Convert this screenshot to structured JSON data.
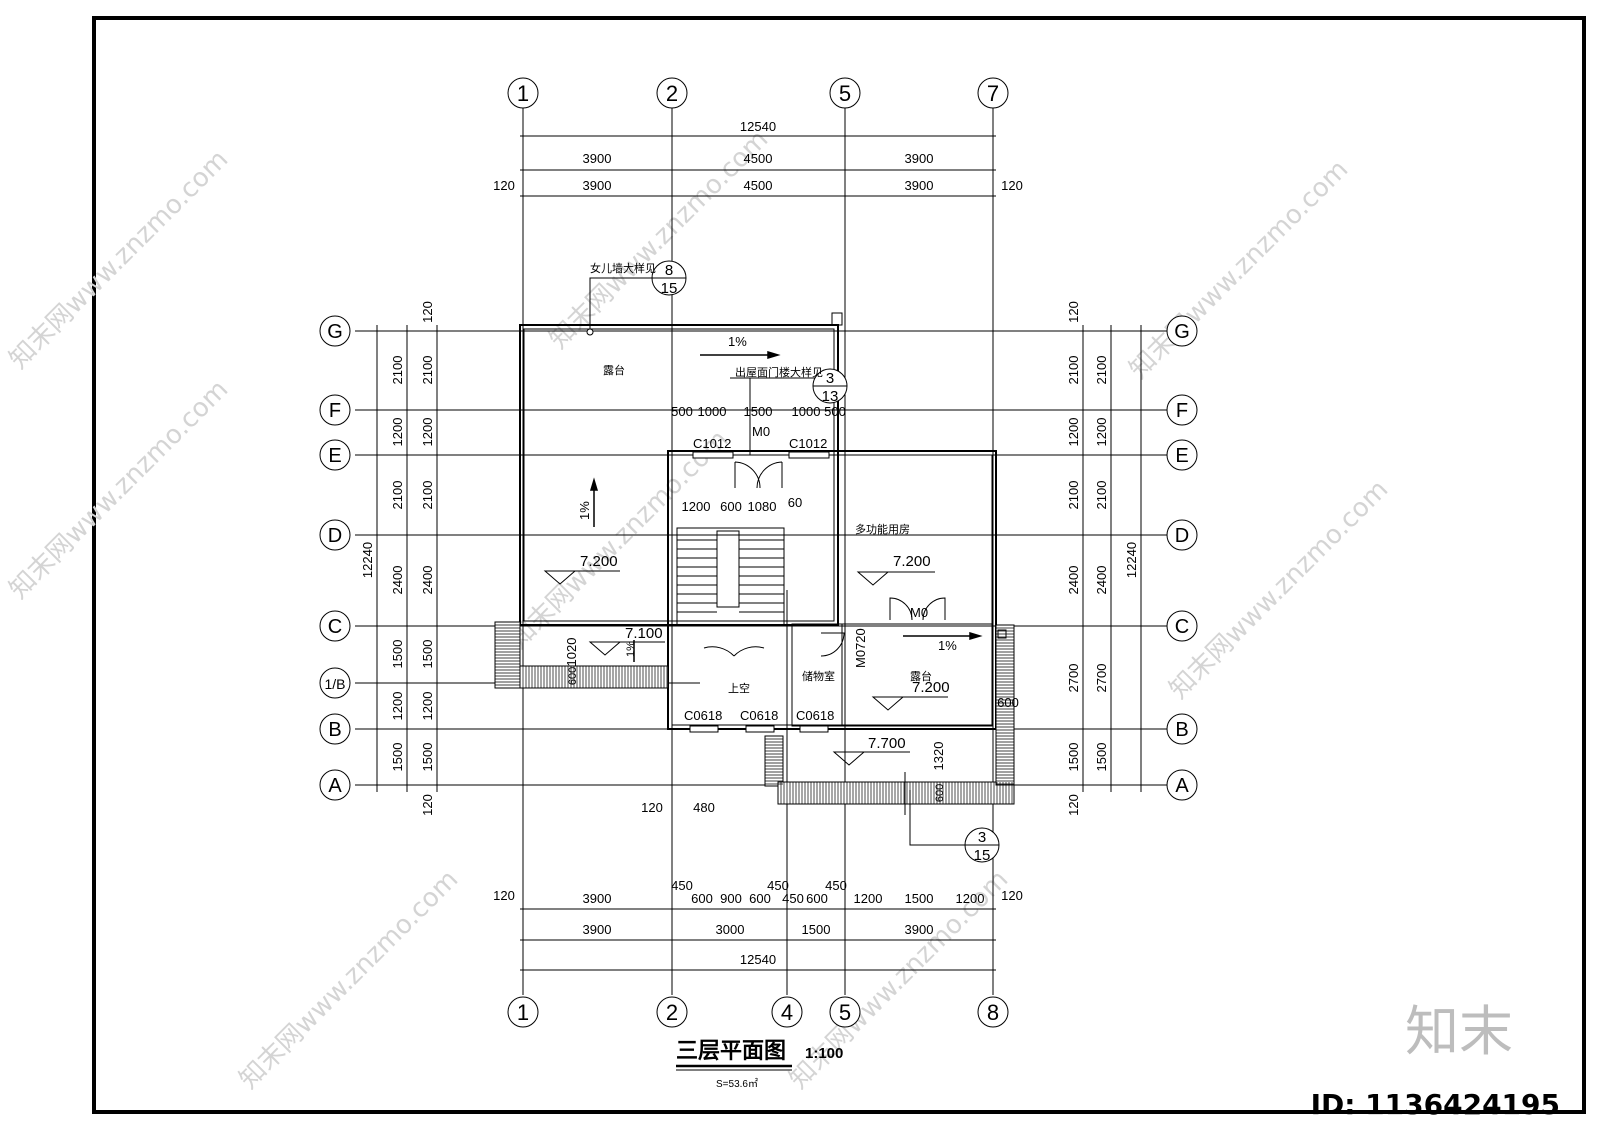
{
  "drawing": {
    "title": "三层平面图",
    "scale": "1:100",
    "area": "S=53.6㎡",
    "id_label": "ID: 1136424195",
    "logo_text": "知末",
    "watermark": "知末网www.znzmo.com"
  },
  "grid_top": [
    "1",
    "2",
    "5",
    "7"
  ],
  "grid_bottom": [
    "1",
    "2",
    "4",
    "5",
    "8"
  ],
  "grid_rows": [
    "G",
    "F",
    "E",
    "D",
    "C",
    "1/B",
    "B",
    "A"
  ],
  "dims_top": {
    "total": "12540",
    "row1": [
      "3900",
      "4500",
      "3900"
    ],
    "row2": [
      "3900",
      "4500",
      "3900"
    ],
    "edge": "120"
  },
  "dims_bottom": {
    "total": "12540",
    "row_main": [
      "3900",
      "3000",
      "1500",
      "3900"
    ],
    "row_detail": [
      "3900",
      "600",
      "900",
      "600",
      "450",
      "600",
      "1200",
      "1500",
      "1200"
    ],
    "small": [
      "450",
      "450",
      "450"
    ],
    "edge": "120",
    "wall": [
      "120",
      "480"
    ]
  },
  "dims_side": {
    "total": "12240",
    "left_inner": [
      "2100",
      "1200",
      "2100",
      "2400",
      "1500",
      "1200",
      "1500"
    ],
    "right_inner": [
      "2100",
      "1200",
      "2100",
      "2400",
      "2700",
      "1500"
    ],
    "edge": "120"
  },
  "rooms": {
    "terrace_top": "露台",
    "multi_room": "多功能用房",
    "void": "上空",
    "storage": "储物室",
    "terrace_right": "露台"
  },
  "levels": [
    "7.200",
    "7.200",
    "7.100",
    "7.200",
    "7.700"
  ],
  "slope": "1%",
  "notes": {
    "parapet": "女儿墙大样见",
    "door_detail": "出屋面门楼大样见",
    "callout_parapet": [
      "8",
      "15"
    ],
    "callout_door": [
      "3",
      "13"
    ],
    "callout_section": [
      "3",
      "15"
    ]
  },
  "openings": {
    "windows_top": [
      "C1012",
      "C1012"
    ],
    "door_top": "M0",
    "door_room": "M0",
    "door_storage": "M0720",
    "windows_bottom": [
      "C0618",
      "C0618",
      "C0618"
    ],
    "stair_dims": [
      "1200",
      "600",
      "1080",
      "60"
    ],
    "door_dims": [
      "500",
      "1000",
      "1500",
      "1000",
      "500"
    ],
    "misc_dims": [
      "1020",
      "600",
      "1320",
      "600",
      "600"
    ]
  }
}
